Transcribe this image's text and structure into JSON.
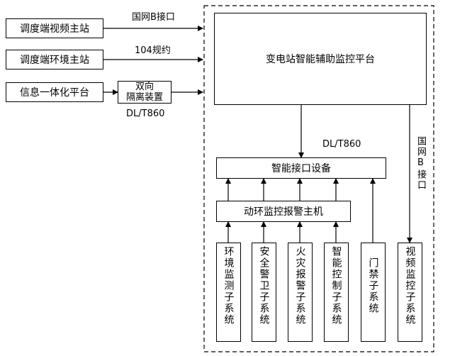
{
  "external": {
    "dispatch_video": "调度端视频主站",
    "dispatch_env": "调度端环境主站",
    "info_platform": "信息一体化平台"
  },
  "links": {
    "gb_interface": "国网B接口",
    "iec104": "104规约",
    "isolator_line1": "双向",
    "isolator_line2": "隔离装置",
    "dlt860_bottom": "DL/T860",
    "dlt860_mid": "DL/T860",
    "gb_interface_vertical": "国网B接口"
  },
  "platform": {
    "title": "变电站智能辅助监控平台",
    "interface_device": "智能接口设备",
    "alarm_host": "动环监控报警主机"
  },
  "subsystems": [
    "环境监测子系统",
    "安全警卫子系统",
    "火灾报警子系统",
    "智能控制子系统",
    "门禁子系统",
    "视频监控子系统"
  ]
}
